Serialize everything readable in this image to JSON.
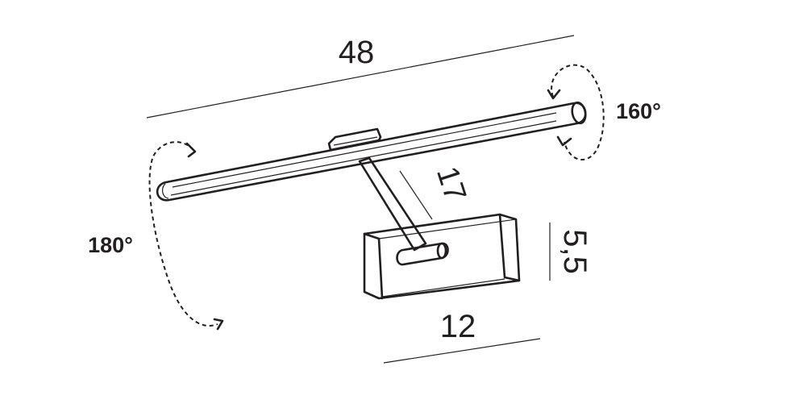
{
  "dimensions": {
    "length": "48",
    "arm": "17",
    "height": "5,5",
    "base_width": "12"
  },
  "rotations": {
    "right": "160°",
    "left": "180°"
  },
  "colors": {
    "ink": "#231f20",
    "background": "#ffffff"
  }
}
